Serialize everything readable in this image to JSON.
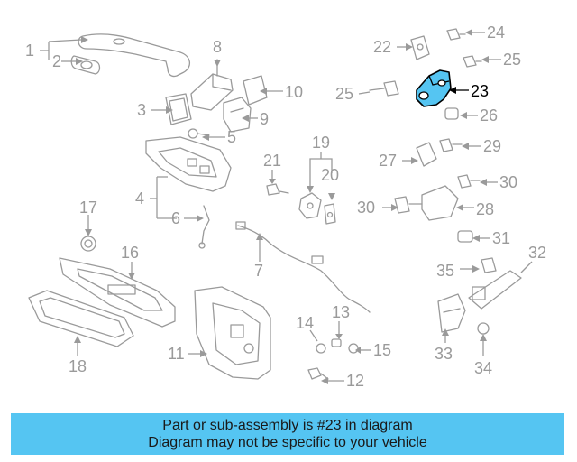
{
  "diagram": {
    "callouts": [
      "1",
      "2",
      "3",
      "4",
      "5",
      "6",
      "7",
      "8",
      "9",
      "10",
      "11",
      "12",
      "13",
      "14",
      "15",
      "16",
      "17",
      "18",
      "19",
      "20",
      "21",
      "22",
      "23",
      "24",
      "25",
      "25",
      "26",
      "27",
      "28",
      "29",
      "30",
      "30",
      "31",
      "32",
      "33",
      "34",
      "35"
    ],
    "highlighted_part": "23",
    "highlight_color": "#55c5f2"
  },
  "banner": {
    "line1": "Part or sub-assembly is #23 in diagram",
    "line2": "Diagram may not be specific to your vehicle",
    "background": "#55c5f2"
  }
}
